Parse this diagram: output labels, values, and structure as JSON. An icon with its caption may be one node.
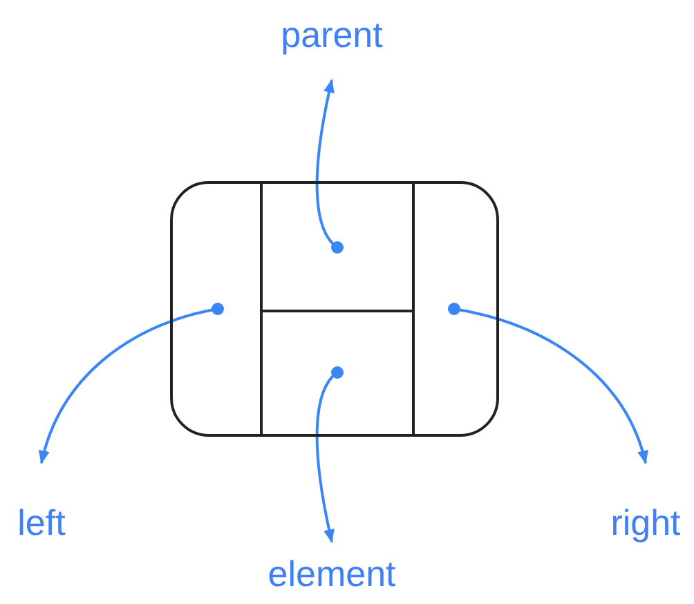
{
  "diagram": {
    "nodes": [
      {
        "text": [],
        "shape": "box"
      },
      {
        "text": [],
        "shape": "box",
        "in": 0
      },
      {
        "text": [],
        "shape": "box",
        "in": 0
      },
      {
        "text": [],
        "shape": "box",
        "in": 0
      },
      {
        "text": [],
        "shape": "box",
        "in": 0
      },
      {
        "text": [
          "parent"
        ]
      },
      {
        "text": [
          "left"
        ]
      },
      {
        "text": [
          "element"
        ]
      },
      {
        "text": [
          "right"
        ]
      }
    ],
    "edges": [
      {
        "from": 2,
        "to": 5,
        "arrow": "to"
      },
      {
        "from": 1,
        "to": 6,
        "arrow": "to"
      },
      {
        "from": 3,
        "to": 7,
        "arrow": "to"
      },
      {
        "from": 4,
        "to": 8,
        "arrow": "to"
      }
    ]
  }
}
